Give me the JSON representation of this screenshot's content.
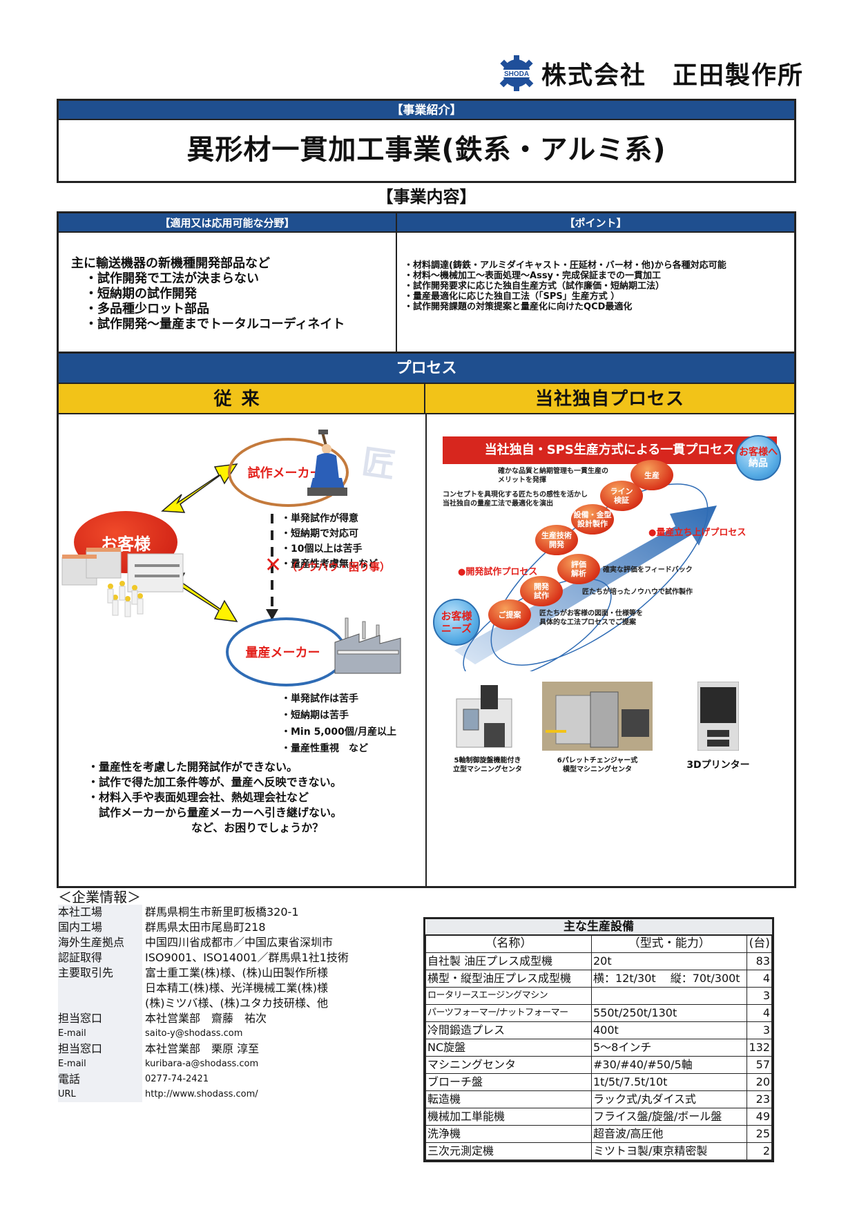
{
  "header": {
    "logo_text": "SHODA",
    "company_name": "株式会社　正田製作所",
    "brand_color": "#1f4f9a"
  },
  "intro": {
    "section_label": "【事業紹介】",
    "title": "異形材一貫加工事業(鉄系・アルミ系)"
  },
  "business_content": {
    "heading": "【事業内容】",
    "applications": {
      "header": "【適用又は応用可能な分野】",
      "lead": "主に輸送機器の新機種開発部品など",
      "items": [
        "・試作開発で工法が決まらない",
        "・短納期の試作開発",
        "・多品種少ロット部品",
        "・試作開発～量産までトータルコーディネイト"
      ]
    },
    "points": {
      "header": "【ポイント】",
      "items": [
        "材料調達(鋳鉄・アルミダイキャスト・圧延材・バー材・他)から各種対応可能",
        "材料～機械加工～表面処理～Assy・完成保証までの一貫加工",
        "試作開発要求に応じた独自生産方式（試作廉価・短納期工法）",
        "量産最適化に応じた独自工法（「SPS」生産方式 ）",
        "試作開発課題の対策提案と量産化に向けたQCD最適化"
      ]
    }
  },
  "process": {
    "header": "プロセス",
    "conventional": {
      "header": "従来",
      "customer": "お客様",
      "prototype_maker": "試作メーカー",
      "mass_maker": "量産メーカー",
      "takumi_char": "匠",
      "prototype_notes": [
        "・単発試作が得意",
        "・短納期で対応可",
        "・10個以上は苦手",
        "・量産性考慮無しなど"
      ],
      "knowhow_blocked": "（ノウハウ・困り事）",
      "mass_notes": [
        "・単発試作は苦手",
        "・短納期は苦手",
        "・Min 5,000個/月産以上",
        "・量産性重視　など"
      ],
      "problems": [
        "・量産性を考慮した開発試作ができない。",
        "・試作で得た加工条件等が、量産へ反映できない。",
        "・材料入手や表面処理会社、熱処理会社など",
        "試作メーカーから量産メーカーへ引き継げない。",
        "など、お困りでしょうか？"
      ]
    },
    "proprietary": {
      "header": "当社独自プロセス",
      "banner": "当社独自・SPS生産方式による一貫プロセス",
      "start_bubble": [
        "お客様",
        "ニーズ"
      ],
      "end_bubble": [
        "お客様へ",
        "納品"
      ],
      "steps": [
        {
          "label": [
            "ご提案"
          ]
        },
        {
          "label": [
            "開発",
            "試作"
          ]
        },
        {
          "label": [
            "評価",
            "解析"
          ]
        },
        {
          "label": [
            "生産技術",
            "開発"
          ]
        },
        {
          "label": [
            "設備・金型",
            "設計製作"
          ]
        },
        {
          "label": [
            "ライン",
            "検証"
          ]
        },
        {
          "label": [
            "生産"
          ]
        }
      ],
      "dev_process_label": "●開発試作プロセス",
      "mass_process_label": "●量産立ち上げプロセス",
      "notes": {
        "quality": [
          "確かな品質と納期管理も一貫生産の",
          "メリットを発揮"
        ],
        "concept": [
          "コンセプトを具現化する匠たちの感性を活かし",
          "当社独自の量産工法で最適化を演出"
        ],
        "feedback": "確実な評価をフィードバック",
        "knowhow": "匠たちが培ったノウハウで試作製作",
        "proposal": [
          "匠たちがお客様の図面・仕様等を",
          "具体的な工法プロセスでご提案"
        ]
      },
      "machines": [
        {
          "caption": [
            "5軸制御旋盤機能付き",
            "立型マシニングセンタ"
          ]
        },
        {
          "caption": [
            "6パレットチェンジャー式",
            "横型マシニングセンタ"
          ]
        },
        {
          "caption": [
            "3Dプリンター"
          ]
        }
      ]
    }
  },
  "company_info": {
    "heading": "＜企業情報＞",
    "rows": [
      {
        "label": "本社工場",
        "value": "群馬県桐生市新里町板橋320-1"
      },
      {
        "label": "国内工場",
        "value": "群馬県太田市尾島町218"
      },
      {
        "label": "海外生産拠点",
        "value": "中国四川省成都市／中国広東省深圳市"
      },
      {
        "label": "認証取得",
        "value": "ISO9001、ISO14001／群馬県1社1技術"
      },
      {
        "label": "主要取引先",
        "value": "富士重工業(株)様、(株)山田製作所様"
      },
      {
        "label": "",
        "value": "日本精工(株)様、光洋機械工業(株)様"
      },
      {
        "label": "",
        "value": "(株)ミツバ様、(株)ユタカ技研様、他"
      },
      {
        "label": "担当窓口",
        "value": "本社営業部　齋藤　祐次"
      },
      {
        "label": "E-mail",
        "value": "saito-y@shodass.com"
      },
      {
        "label": "担当窓口",
        "value": "本社営業部　栗原 淳至"
      },
      {
        "label": "E-mail",
        "value": "kuribara-a@shodass.com"
      },
      {
        "label": "電話",
        "value": "0277-74-2421"
      },
      {
        "label": "URL",
        "value": "http://www.shodass.com/"
      }
    ]
  },
  "equipment": {
    "caption": "主な生産設備",
    "columns": [
      "（名称）",
      "（型式・能力）",
      "(台)"
    ],
    "rows": [
      {
        "name": "自社製 油圧プレス成型機",
        "spec": "20t",
        "count": "83"
      },
      {
        "name": "横型・縦型油圧プレス成型機",
        "spec": "横：12t/30t　 縦：70t/300t",
        "count": "4"
      },
      {
        "name": "ロータリースエージングマシン",
        "spec": "",
        "count": "3"
      },
      {
        "name": "パーツフォーマー/ナットフォーマー",
        "spec": "550t/250t/130t",
        "count": "4"
      },
      {
        "name": "冷間鍛造プレス",
        "spec": "400t",
        "count": "3"
      },
      {
        "name": "NC旋盤",
        "spec": "5～8インチ",
        "count": "132"
      },
      {
        "name": "マシニングセンタ",
        "spec": "#30/#40/#50/5軸",
        "count": "57"
      },
      {
        "name": "ブローチ盤",
        "spec": "1t/5t/7.5t/10t",
        "count": "20"
      },
      {
        "name": "転造機",
        "spec": "ラック式/丸ダイス式",
        "count": "23"
      },
      {
        "name": "機械加工単能機",
        "spec": "フライス盤/旋盤/ボール盤",
        "count": "49"
      },
      {
        "name": "洗浄機",
        "spec": "超音波/高圧他",
        "count": "25"
      },
      {
        "name": "三次元測定機",
        "spec": "ミツトヨ製/東京精密製",
        "count": "2"
      }
    ]
  }
}
